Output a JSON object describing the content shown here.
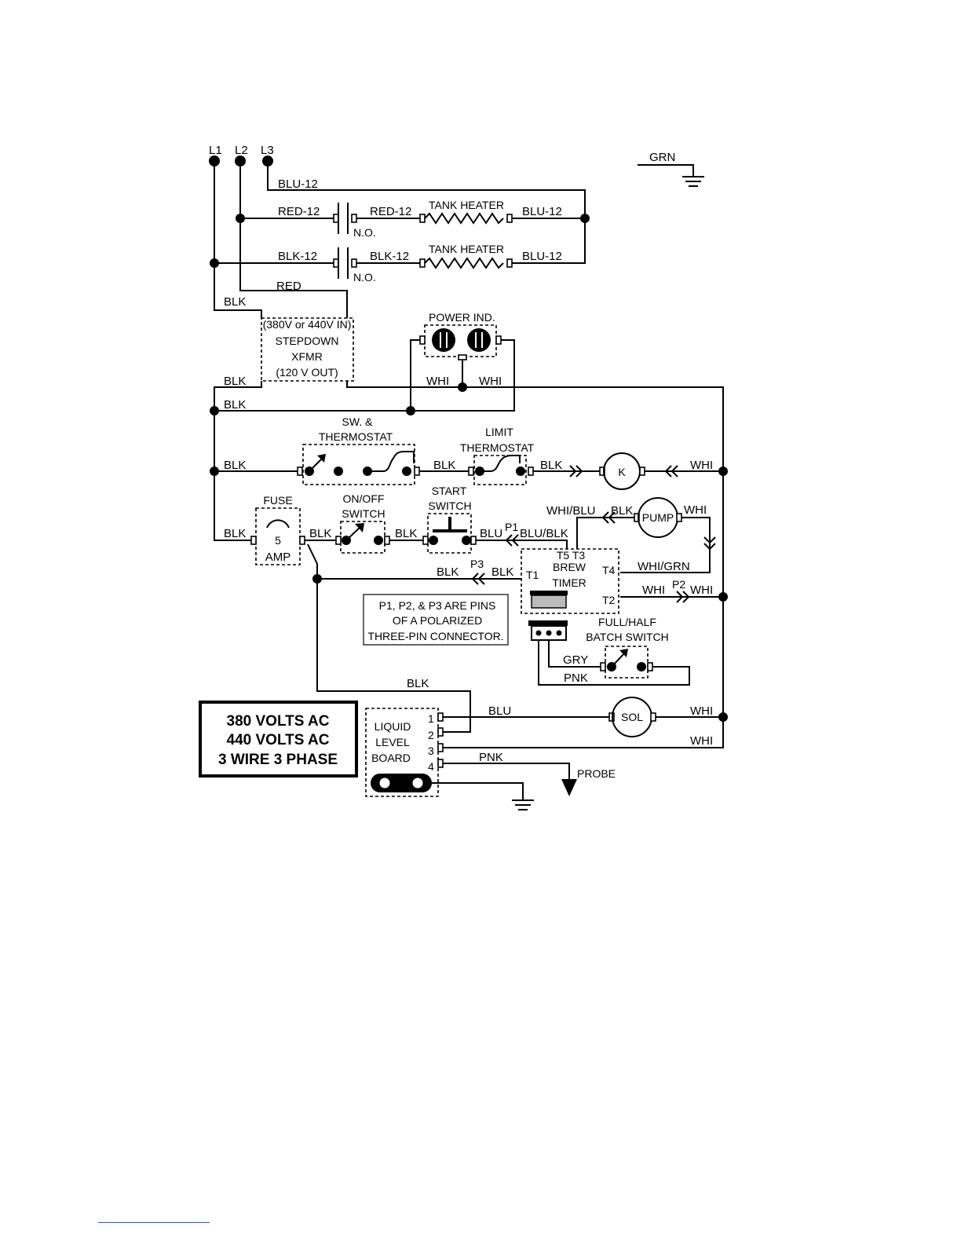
{
  "lines": {
    "l1": "L1",
    "l2": "L2",
    "l3": "L3"
  },
  "ground_label": "GRN",
  "wires": {
    "blu12_top": "BLU-12",
    "red12_a": "RED-12",
    "red12_b": "RED-12",
    "blu12_a": "BLU-12",
    "blk12_a": "BLK-12",
    "blk12_b": "BLK-12",
    "blu12_b": "BLU-12",
    "red": "RED",
    "blk_1": "BLK",
    "blk_2": "BLK",
    "blk_3": "BLK",
    "blk_4": "BLK",
    "blk_5": "BLK",
    "blk_6": "BLK",
    "blk_7": "BLK",
    "blk_8": "BLK",
    "blk_9": "BLK",
    "blk_10": "BLK",
    "blk_11": "BLK",
    "blk_12": "BLK",
    "blk_13": "BLK",
    "whi_1": "WHI",
    "whi_2": "WHI",
    "whi_3": "WHI",
    "whi_4": "WHI",
    "whi_5": "WHI",
    "whi_6": "WHI",
    "whi_7": "WHI",
    "whi_8": "WHI",
    "whi_blu": "WHI/BLU",
    "blu_blk": "BLU/BLK",
    "whi_grn": "WHI/GRN",
    "blu_1": "BLU",
    "blu_2": "BLU",
    "gry": "GRY",
    "pnk_1": "PNK",
    "pnk_2": "PNK"
  },
  "components": {
    "tank_heater_1": "TANK HEATER",
    "tank_heater_2": "TANK HEATER",
    "no_1": "N.O.",
    "no_2": "N.O.",
    "xfmr": [
      "(380V or 440V IN)",
      "STEPDOWN",
      "XFMR",
      "(120 V OUT)"
    ],
    "power_ind": "POWER IND.",
    "sw_thermostat": [
      "SW. &",
      "THERMOSTAT"
    ],
    "limit_thermostat": [
      "LIMIT",
      "THERMOSTAT"
    ],
    "k": "K",
    "fuse": "FUSE",
    "fuse_value": "5",
    "fuse_unit": "AMP",
    "on_off_switch": [
      "ON/OFF",
      "SWITCH"
    ],
    "start_switch": [
      "START",
      "SWITCH"
    ],
    "pump": "PUMP",
    "brew_timer": [
      "BREW",
      "TIMER"
    ],
    "terminals": {
      "t5t3": "T5 T3",
      "t1": "T1",
      "t4": "T4",
      "t2": "T2"
    },
    "pins": {
      "p1": "P1",
      "p2": "P2",
      "p3": "P3"
    },
    "note": [
      "P1, P2, & P3 ARE PINS",
      "OF A POLARIZED",
      "THREE-PIN CONNECTOR."
    ],
    "batch_switch": [
      "FULL/HALF",
      "BATCH SWITCH"
    ],
    "sol": "SOL",
    "liquid_level_board": [
      "LIQUID",
      "LEVEL",
      "BOARD"
    ],
    "board_pins": [
      "1",
      "2",
      "3",
      "4"
    ],
    "probe": "PROBE"
  },
  "spec_box": [
    "380 VOLTS AC",
    "440 VOLTS AC",
    "3 WIRE 3 PHASE"
  ]
}
